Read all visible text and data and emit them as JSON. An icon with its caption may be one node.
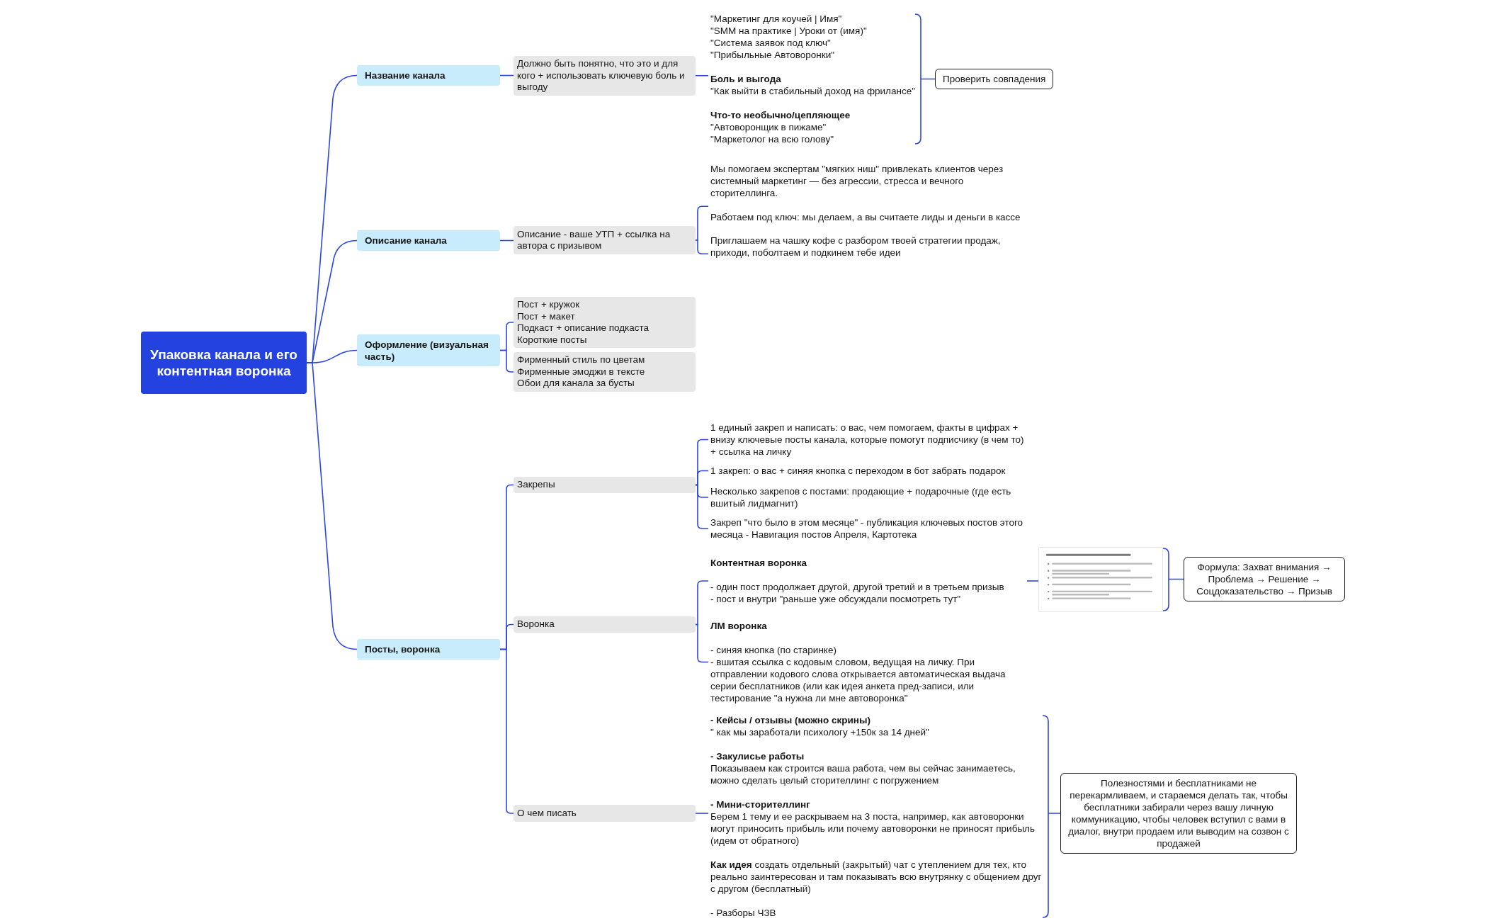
{
  "diagram": {
    "nodes": [
      {
        "text": [
          "Упаковка канала и его контентная воронка"
        ]
      },
      {
        "text": [
          "Название канала"
        ]
      },
      {
        "text": [
          "Должно быть понятно, что это и для кого + использовать ключевую боль и выгоду"
        ]
      },
      {
        "text": [
          "\"Маркетинг для коучей | Имя\"",
          "\"SMM на практике | Уроки от (имя)\"",
          "\"Система заявок под ключ\"",
          "\"Прибыльные Автоворонки\"",
          "Боль и выгода",
          "\"Как выйти в стабильный доход на фрилансе\"",
          "Что-то необычно/цепляющее",
          "\"Автоворонщик в пижаме\"",
          "\"Маркетолог на всю голову\""
        ]
      },
      {
        "text": [
          "Проверить совпадения"
        ]
      },
      {
        "text": [
          "Описание канала"
        ]
      },
      {
        "text": [
          "Описание - ваше УТП + ссылка на автора с призывом"
        ]
      },
      {
        "text": [
          "Мы помогаем экспертам \"мягких ниш\" привлекать клиентов через системный маркетинг — без агрессии, стресса и вечного сторителлинга.",
          "Работаем под ключ: мы делаем, а вы считаете лиды и деньги в кассе"
        ]
      },
      {
        "text": [
          "Приглашаем на чашку кофе с разбором твоей стратегии продаж, приходи, поболтаем и подкинем тебе идеи"
        ]
      },
      {
        "text": [
          "Оформление (визуальная часть)"
        ]
      },
      {
        "text": [
          "Пост + кружок",
          "Пост + макет",
          "Подкаст + описание подкаста",
          "Короткие посты"
        ]
      },
      {
        "text": [
          "Фирменный стиль по цветам",
          "Фирменные эмоджи в тексте",
          "Обои для канала за бусты"
        ]
      },
      {
        "text": [
          "Посты, воронка"
        ]
      },
      {
        "text": [
          "Закрепы"
        ]
      },
      {
        "text": [
          "1 единый закреп и написать: о вас, чем помогаем, факты в цифрах + внизу ключевые посты канала, которые помогут подписчику (в чем то) + ссылка на личку"
        ]
      },
      {
        "text": [
          "1 закреп: о вас + синяя кнопка с переходом в бот забрать подарок"
        ]
      },
      {
        "text": [
          "Несколько закрепов с постами: продающие + подарочные (где есть вшитый лидмагнит)"
        ]
      },
      {
        "text": [
          "Закреп \"что было в этом месяце\" - публикация ключевых постов этого месяца - Навигация постов Апреля, Картотека"
        ]
      },
      {
        "text": [
          "Воронка"
        ]
      },
      {
        "text": [
          "Контентная воронка",
          "- один пост продолжает другой, другой третий и в третьем призыв",
          "- пост и внутри \"раньше уже обсуждали посмотреть тут\""
        ]
      },
      {
        "text": [],
        "shape": "picture"
      },
      {
        "text": [
          "Формула: Захват внимания → Проблема → Решение → Соцдоказательство → Призыв"
        ]
      },
      {
        "text": [
          "ЛМ воронка",
          "- синяя кнопка (по старинке)",
          "- вшитая ссылка с кодовым словом, ведущая на личку. При отправлении кодового слова открывается автоматическая выдача серии бесплатников (или как идея анкета пред-записи, или тестирование \"а нужна ли мне автоворонка\""
        ]
      },
      {
        "text": [
          "О чем писать"
        ]
      },
      {
        "text": [
          "- Кейсы / отзывы (можно скрины)",
          "\" как мы заработали психологу +150к за 14 дней\"",
          "- Закулисье работы",
          "Показываем как строится ваша работа, чем вы сейчас занимаетесь, можно сделать целый сторителлинг с погружением",
          "- Мини-сторителлинг",
          "Берем 1 тему и ее раскрываем на 3 поста, например, как автоворонки могут приносить прибыль или почему автоворонки не приносят прибыль (идем от обратного)",
          "**Как идея** создать отдельный (закрытый) чат с утеплением для тех, кто реально заинтересован и там показывать всю внутрянку с общением друг с другом (бесплатный)",
          "- Разборы ЧЗВ"
        ]
      },
      {
        "text": [
          "Полезностями и бесплатниками не перекармливаем, и стараемся делать так, чтобы бесплатники забирали через вашу личную коммуникацию, чтобы человек вступил с вами в диалог, внутри продаем или выводим на созвон с продажей"
        ]
      }
    ],
    "edges": [
      {
        "from": 0,
        "to": 1,
        "arrow": "none"
      },
      {
        "from": 0,
        "to": 5,
        "arrow": "none"
      },
      {
        "from": 0,
        "to": 9,
        "arrow": "none"
      },
      {
        "from": 0,
        "to": 12,
        "arrow": "none"
      },
      {
        "from": 1,
        "to": 2,
        "arrow": "none"
      },
      {
        "from": 2,
        "to": 3,
        "arrow": "none"
      },
      {
        "from": 3,
        "to": 4,
        "arrow": "none"
      },
      {
        "from": 5,
        "to": 6,
        "arrow": "none"
      },
      {
        "from": 6,
        "to": 7,
        "arrow": "none"
      },
      {
        "from": 6,
        "to": 8,
        "arrow": "none"
      },
      {
        "from": 9,
        "to": 10,
        "arrow": "none"
      },
      {
        "from": 9,
        "to": 11,
        "arrow": "none"
      },
      {
        "from": 12,
        "to": 13,
        "arrow": "none"
      },
      {
        "from": 12,
        "to": 18,
        "arrow": "none"
      },
      {
        "from": 12,
        "to": 23,
        "arrow": "none"
      },
      {
        "from": 13,
        "to": 14,
        "arrow": "none"
      },
      {
        "from": 13,
        "to": 15,
        "arrow": "none"
      },
      {
        "from": 13,
        "to": 16,
        "arrow": "none"
      },
      {
        "from": 13,
        "to": 17,
        "arrow": "none"
      },
      {
        "from": 18,
        "to": 19,
        "arrow": "none"
      },
      {
        "from": 18,
        "to": 22,
        "arrow": "none"
      },
      {
        "from": 19,
        "to": 20,
        "arrow": "none"
      },
      {
        "from": 20,
        "to": 21,
        "arrow": "none"
      },
      {
        "from": 23,
        "to": 24,
        "arrow": "none"
      },
      {
        "from": 24,
        "to": 25,
        "arrow": "none"
      }
    ]
  }
}
